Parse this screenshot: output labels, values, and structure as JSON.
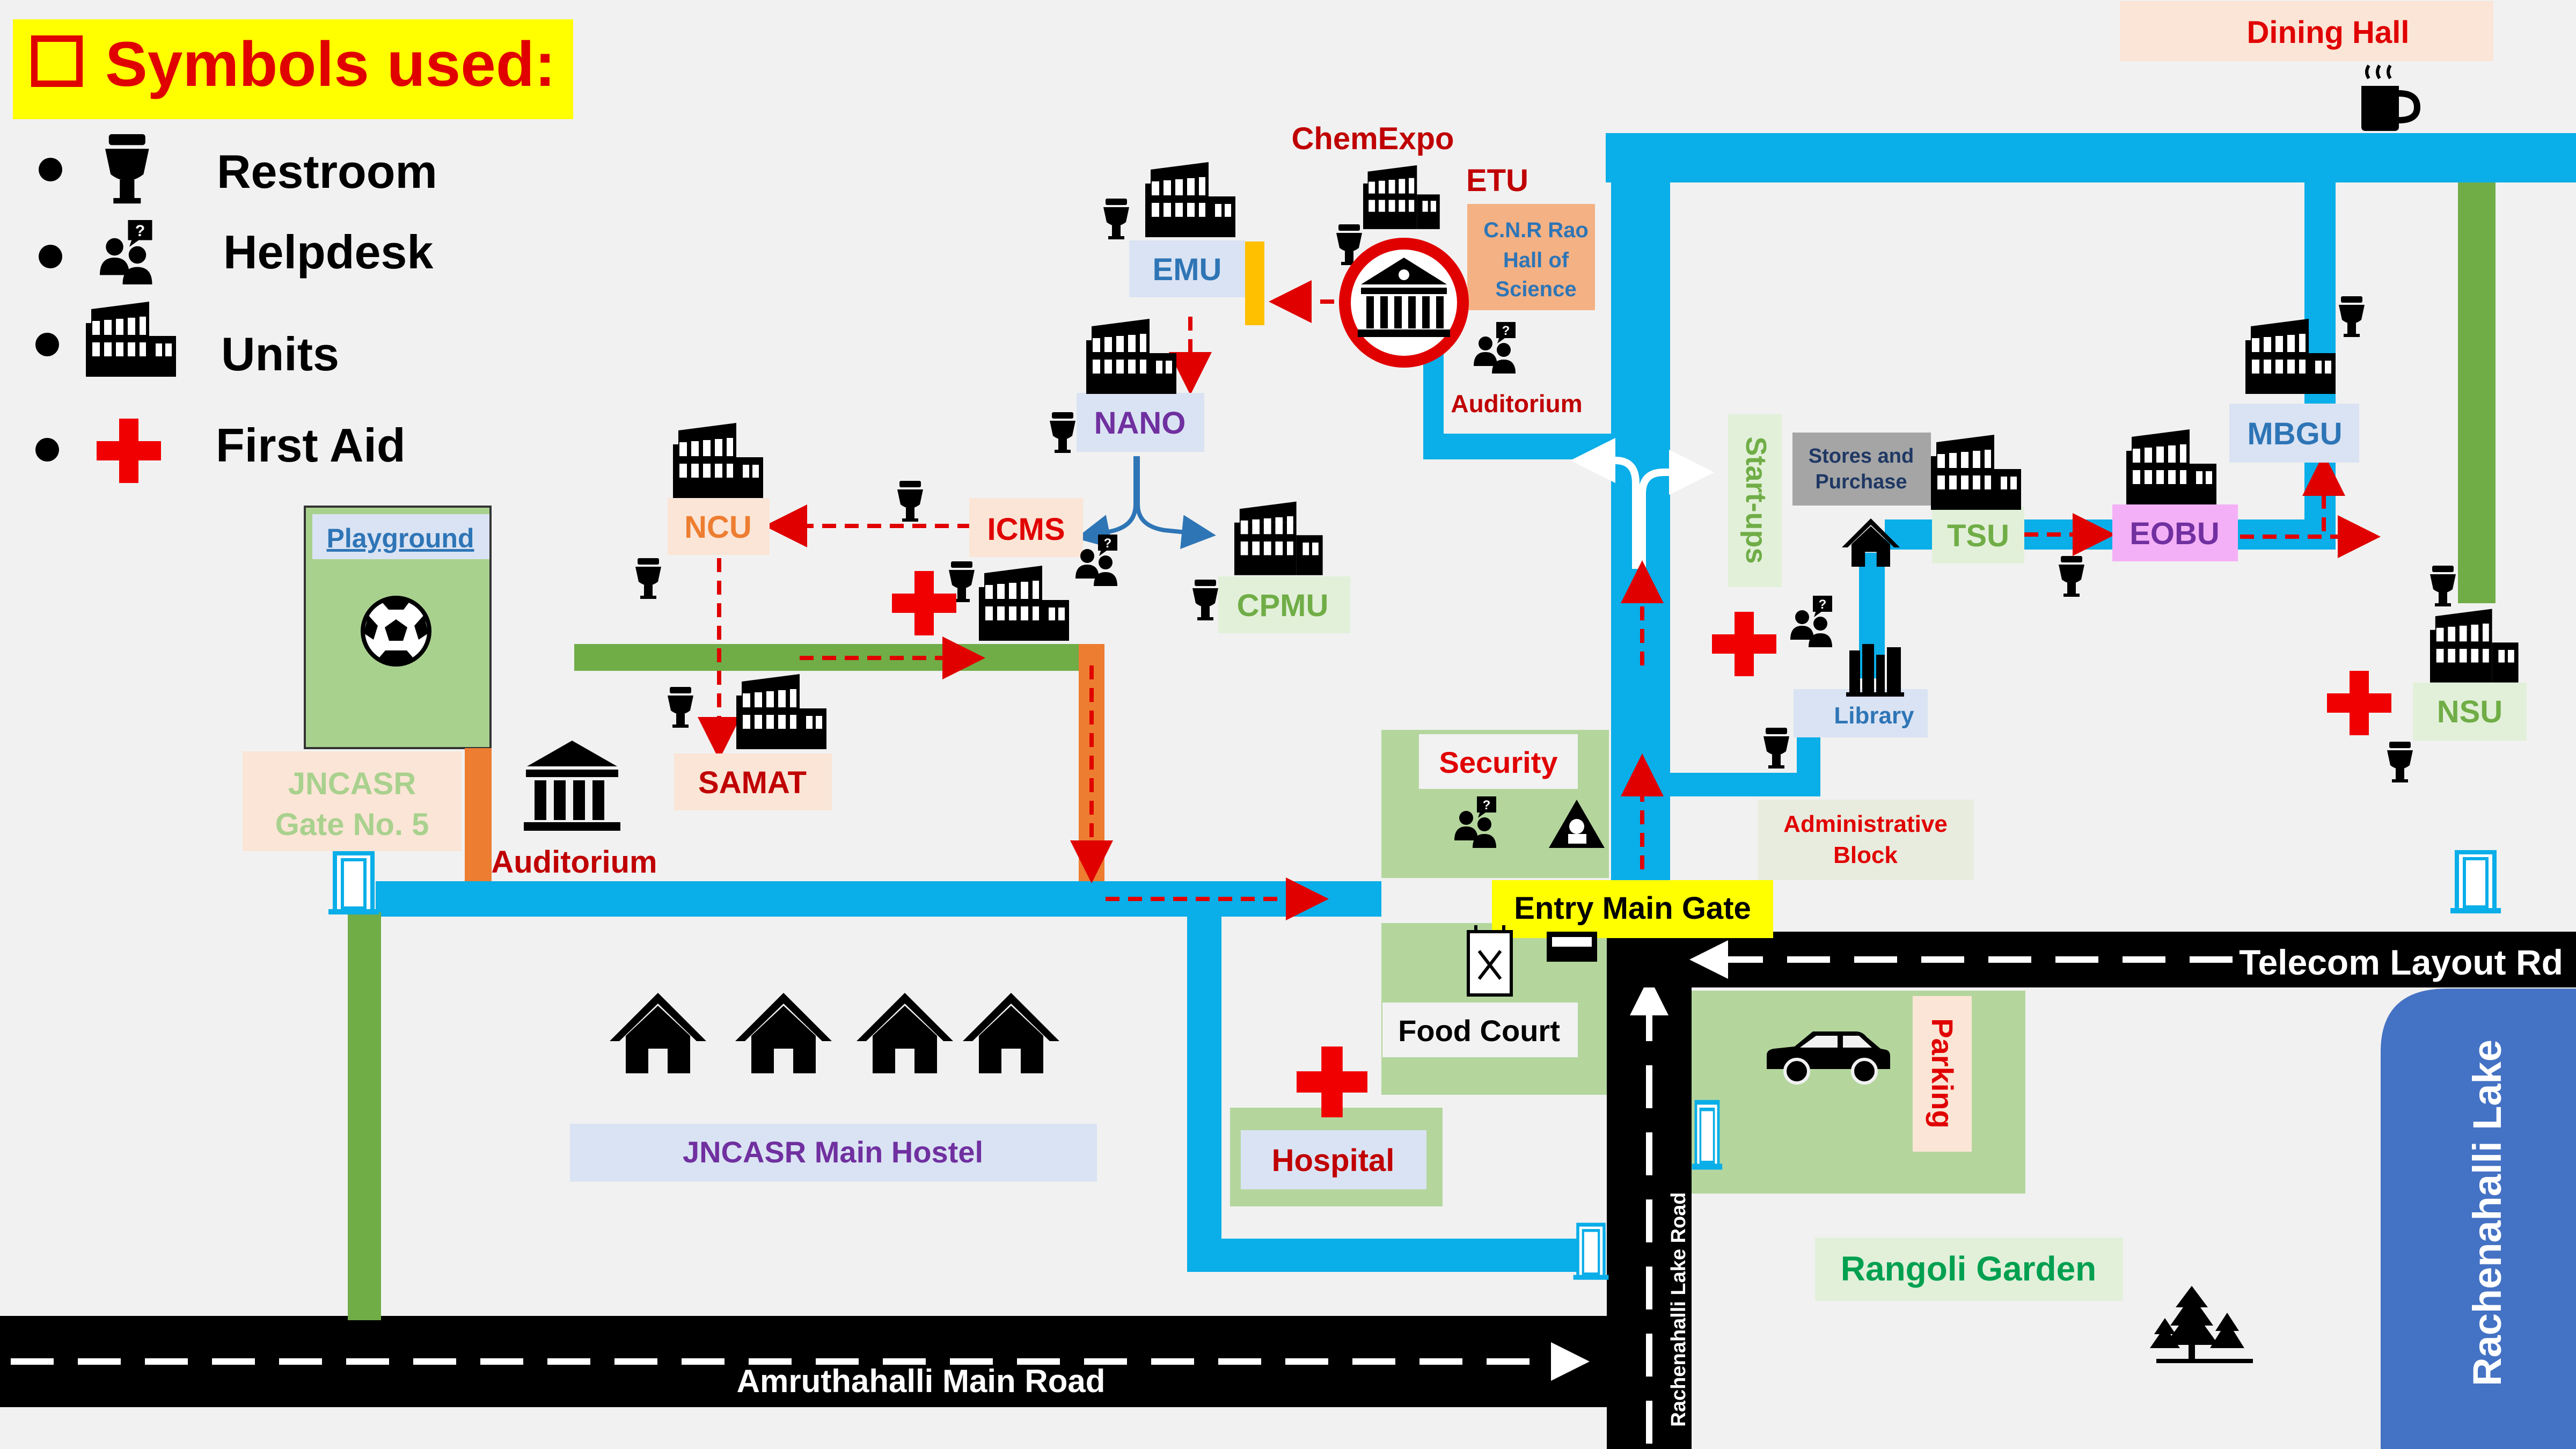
{
  "legend": {
    "title": "Symbols used:",
    "items": [
      {
        "label": "Restroom",
        "icon": "restroom-icon"
      },
      {
        "label": "Helpdesk",
        "icon": "helpdesk-icon"
      },
      {
        "label": "Units",
        "icon": "units-icon"
      },
      {
        "label": "First Aid",
        "icon": "first-aid-icon"
      }
    ]
  },
  "roads": {
    "amruthahalli": "Amruthahalli Main Road",
    "telecom": "Telecom Layout Rd",
    "rachenahalli": "Rachenahalli Lake Road"
  },
  "places": {
    "dining_hall": "Dining Hall",
    "chemexpo": "ChemExpo",
    "etu": "ETU",
    "cnr_line1": "C.N.R Rao",
    "cnr_line2": "Hall of",
    "cnr_line3": "Science",
    "auditorium_top": "Auditorium",
    "emu": "EMU",
    "nano": "NANO",
    "ncu": "NCU",
    "icms": "ICMS",
    "cpmu": "CPMU",
    "samat": "SAMAT",
    "playground": "Playground",
    "gate5_line1": "JNCASR",
    "gate5_line2": "Gate No. 5",
    "auditorium_left": "Auditorium",
    "startups": "Start-ups",
    "stores_line1": "Stores and",
    "stores_line2": "Purchase",
    "tsu": "TSU",
    "eobu": "EOBU",
    "mbgu": "MBGU",
    "nsu": "NSU",
    "library": "Library",
    "admin_line1": "Administrative",
    "admin_line2": "Block",
    "security": "Security",
    "entry_gate": "Entry Main Gate",
    "food_court": "Food Court",
    "hospital": "Hospital",
    "main_hostel": "JNCASR Main Hostel",
    "parking": "Parking",
    "rangoli": "Rangoli Garden",
    "lake": "Rachenahalli Lake"
  },
  "colors": {
    "legend_bg": "#ffff00",
    "legend_title": "#e00000",
    "path_blue": "#0aaee8",
    "path_green": "#70ad47",
    "path_orange": "#ed7d31",
    "road": "#000000",
    "lake": "#4472c4",
    "arrow_red": "#e00000",
    "zone_green": "#a9d18e"
  }
}
